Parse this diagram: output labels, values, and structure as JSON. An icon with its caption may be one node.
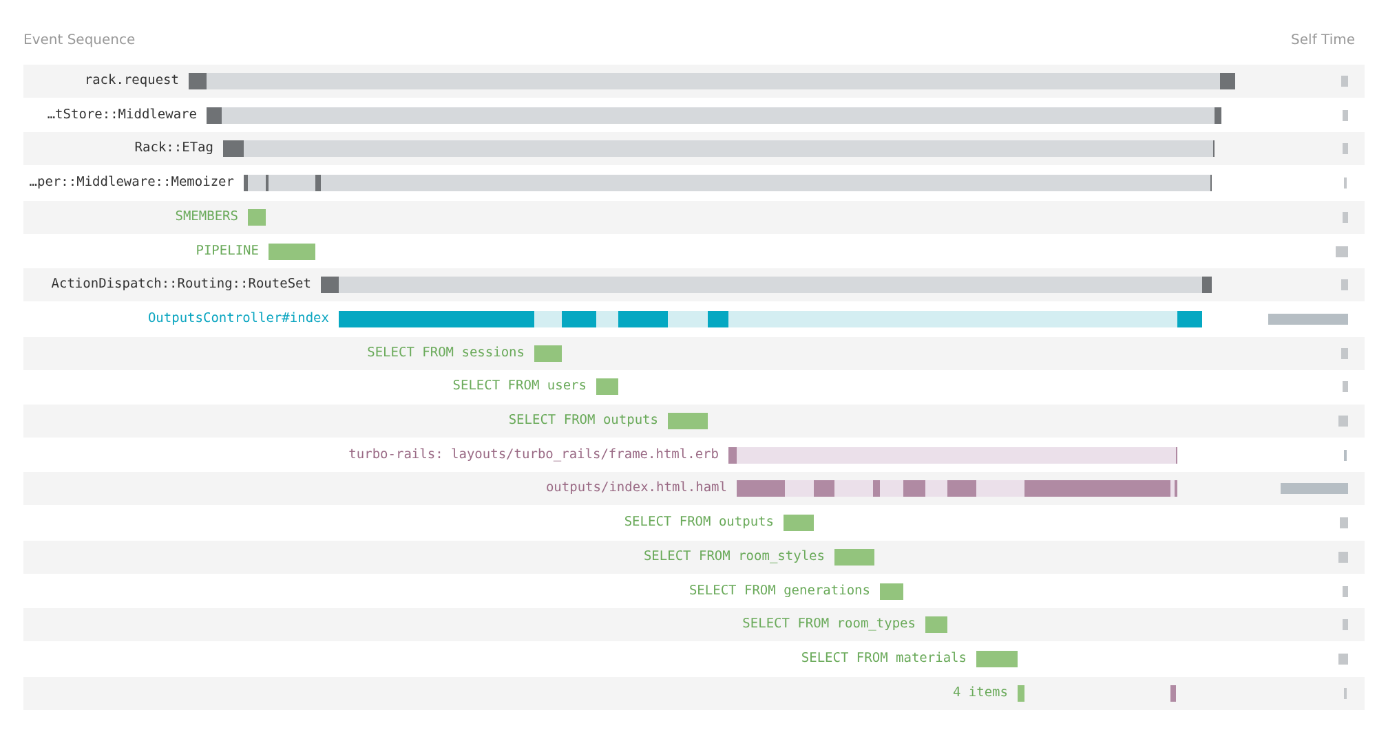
{
  "diagram": {
    "nodes": [
      {
        "text": [
          "rack.request"
        ]
      },
      {
        "text": [
          "…tStore::Middleware"
        ]
      },
      {
        "text": [
          "Rack::ETag"
        ]
      },
      {
        "text": [
          "…per::Middleware::Memoizer"
        ]
      },
      {
        "text": [
          "SMEMBERS"
        ]
      },
      {
        "text": [
          "PIPELINE"
        ]
      },
      {
        "text": [
          "ActionDispatch::Routing::RouteSet"
        ]
      },
      {
        "text": [
          "OutputsController#index"
        ]
      },
      {
        "text": [
          "SELECT FROM sessions"
        ]
      },
      {
        "text": [
          "SELECT FROM users"
        ]
      },
      {
        "text": [
          "SELECT FROM outputs"
        ]
      },
      {
        "text": [
          "turbo-rails: layouts/turbo_rails/frame.html.erb"
        ]
      },
      {
        "text": [
          "outputs/index.html.haml"
        ]
      },
      {
        "text": [
          "SELECT FROM outputs"
        ]
      },
      {
        "text": [
          "SELECT FROM room_styles"
        ]
      },
      {
        "text": [
          "SELECT FROM generations"
        ]
      },
      {
        "text": [
          "SELECT FROM room_types"
        ]
      },
      {
        "text": [
          "SELECT FROM materials"
        ]
      },
      {
        "text": [
          "4 items"
        ]
      }
    ],
    "labels": [
      "Event Sequence",
      "Self Time"
    ]
  }
}
